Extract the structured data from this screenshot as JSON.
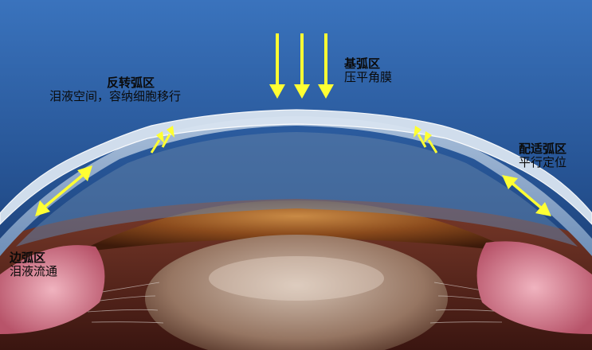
{
  "labels": {
    "base_curve": {
      "title": "基弧区",
      "desc": "压平角膜"
    },
    "reverse_curve": {
      "title": "反转弧区",
      "desc": "泪液空间，容纳细胞移行"
    },
    "alignment_curve": {
      "title": "配适弧区",
      "desc": "平行定位"
    },
    "edge_curve": {
      "title": "边弧区",
      "desc": "泪液流通"
    }
  },
  "colors": {
    "background_top": "#2f62a8",
    "background_bottom": "#16305e",
    "lens": "#cfdcec",
    "cornea": "#a9bdd6",
    "iris": "#8a4a1c",
    "sclera_tissue": "#d98a9a",
    "arrows": "#ffff33"
  }
}
